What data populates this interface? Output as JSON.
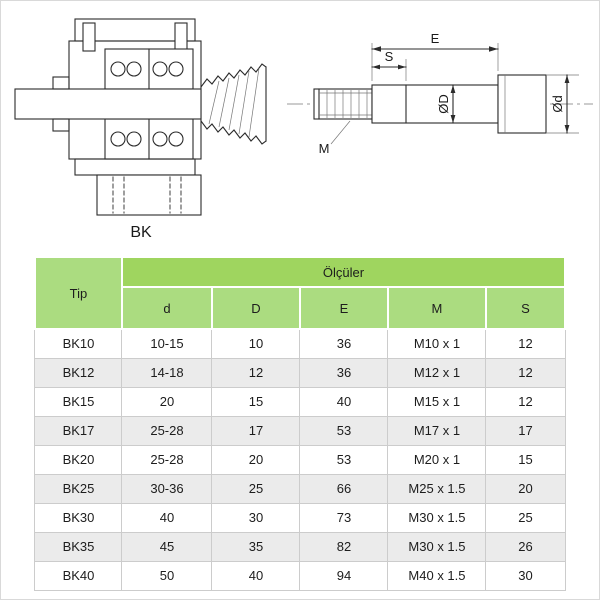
{
  "drawings": {
    "bk_view": {
      "label": "BK"
    },
    "shaft_view": {
      "dim_e": "E",
      "dim_s": "S",
      "dim_outer_d": "ØD",
      "dim_small_d": "Ød",
      "dim_m": "M"
    }
  },
  "table": {
    "header": {
      "tip": "Tip",
      "group": "Ölçüler",
      "columns": [
        "d",
        "D",
        "E",
        "M",
        "S"
      ]
    },
    "rows": [
      [
        "BK10",
        "10-15",
        "10",
        "36",
        "M10 x 1",
        "12"
      ],
      [
        "BK12",
        "14-18",
        "12",
        "36",
        "M12 x 1",
        "12"
      ],
      [
        "BK15",
        "20",
        "15",
        "40",
        "M15 x 1",
        "12"
      ],
      [
        "BK17",
        "25-28",
        "17",
        "53",
        "M17 x 1",
        "17"
      ],
      [
        "BK20",
        "25-28",
        "20",
        "53",
        "M20 x 1",
        "15"
      ],
      [
        "BK25",
        "30-36",
        "25",
        "66",
        "M25 x 1.5",
        "20"
      ],
      [
        "BK30",
        "40",
        "30",
        "73",
        "M30 x 1.5",
        "25"
      ],
      [
        "BK35",
        "45",
        "35",
        "82",
        "M30 x 1.5",
        "26"
      ],
      [
        "BK40",
        "50",
        "40",
        "94",
        "M40 x 1.5",
        "30"
      ]
    ]
  },
  "colors": {
    "header_group_green": "#9fd55f",
    "header_sub_green": "#abdc80",
    "row_alt": "#ebebeb",
    "grid_line": "#cccccc",
    "drawing_line": "#2b2b2b"
  }
}
